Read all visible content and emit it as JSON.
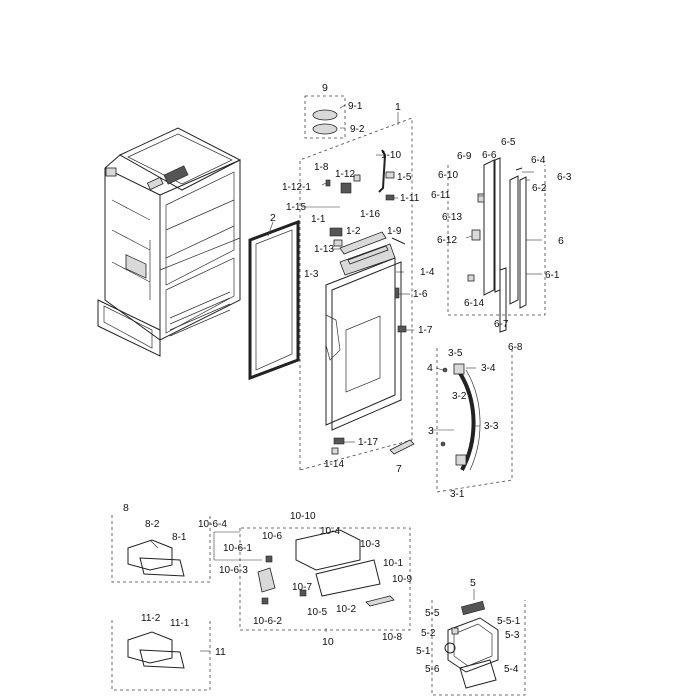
{
  "diagram": {
    "labels": {
      "l1": "1",
      "l1_2": "1-2",
      "l1_3": "1-3",
      "l1_4": "1-4",
      "l1_5": "1-5",
      "l1_6": "1-6",
      "l1_7": "1-7",
      "l1_8": "1-8",
      "l1_9": "1-9",
      "l1_10": "1-10",
      "l1_11": "1-11",
      "l1_12": "1-12",
      "l1_12_1": "1-12-1",
      "l1_13": "1-13",
      "l1_14": "1-14",
      "l1_15": "1-15",
      "l1_16": "1-16",
      "l1_17": "1-17",
      "l1_1": "1-1",
      "l2": "2",
      "l3": "3",
      "l3_1": "3-1",
      "l3_2": "3-2",
      "l3_3": "3-3",
      "l3_4": "3-4",
      "l3_5": "3-5",
      "l4": "4",
      "l5": "5",
      "l5_1": "5-1",
      "l5_2": "5-2",
      "l5_3": "5-3",
      "l5_4": "5-4",
      "l5_5": "5-5",
      "l5_5_1": "5-5-1",
      "l5_6": "5-6",
      "l6": "6",
      "l6_1": "6-1",
      "l6_2": "6-2",
      "l6_3": "6-3",
      "l6_4": "6-4",
      "l6_5": "6-5",
      "l6_6": "6-6",
      "l6_7": "6-7",
      "l6_8": "6-8",
      "l6_9": "6-9",
      "l6_10": "6-10",
      "l6_11": "6-11",
      "l6_12": "6-12",
      "l6_13": "6-13",
      "l6_14": "6-14",
      "l7": "7",
      "l8": "8",
      "l8_1": "8-1",
      "l8_2": "8-2",
      "l9": "9",
      "l9_1": "9-1",
      "l9_2": "9-2",
      "l10": "10",
      "l10_1": "10-1",
      "l10_2": "10-2",
      "l10_3": "10-3",
      "l10_4": "10-4",
      "l10_5": "10-5",
      "l10_6": "10-6",
      "l10_6_1": "10-6-1",
      "l10_6_2": "10-6-2",
      "l10_6_3": "10-6-3",
      "l10_6_4": "10-6-4",
      "l10_7": "10-7",
      "l10_8": "10-8",
      "l10_9": "10-9",
      "l10_10": "10-10",
      "l11": "11",
      "l11_1": "11-1",
      "l11_2": "11-2"
    }
  }
}
